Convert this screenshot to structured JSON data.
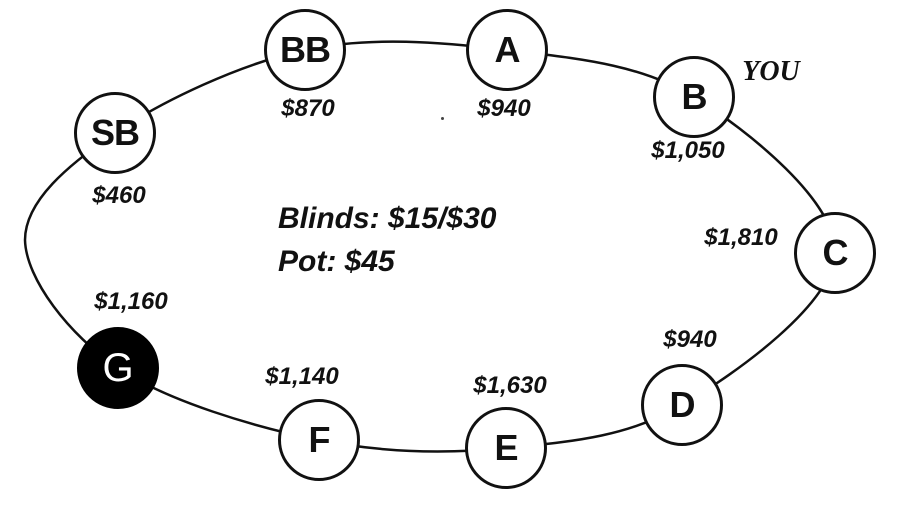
{
  "figure": {
    "blinds_line": "Blinds: $15/$30",
    "pot_line": "Pot: $45",
    "you_label": "YOU"
  },
  "seats": [
    {
      "label": "SB",
      "stack": "$460",
      "filled": false
    },
    {
      "label": "BB",
      "stack": "$870",
      "filled": false
    },
    {
      "label": "A",
      "stack": "$940",
      "filled": false
    },
    {
      "label": "B",
      "stack": "$1,050",
      "filled": false,
      "note": "YOU"
    },
    {
      "label": "C",
      "stack": "$1,810",
      "filled": false
    },
    {
      "label": "D",
      "stack": "$940",
      "filled": false
    },
    {
      "label": "E",
      "stack": "$1,630",
      "filled": false
    },
    {
      "label": "F",
      "stack": "$1,140",
      "filled": false
    },
    {
      "label": "G",
      "stack": "$1,160",
      "filled": true
    }
  ],
  "colors": {
    "ink": "#111111",
    "filled_seat_fill": "#000000",
    "background": "#ffffff"
  }
}
